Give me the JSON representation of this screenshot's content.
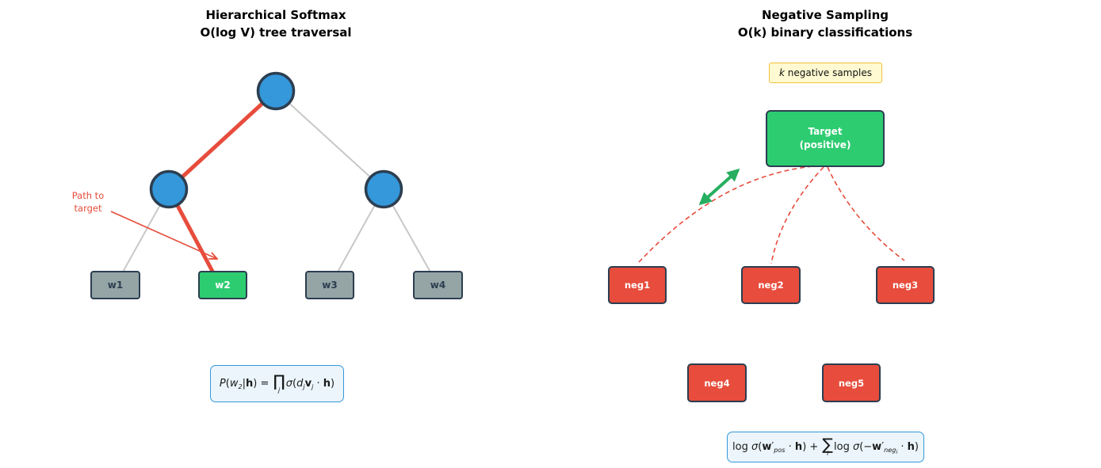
{
  "left_panel": {
    "title_line1": "Hierarchical Softmax",
    "title_line2": "O(log V) tree traversal",
    "path_label_line1": "Path to",
    "path_label_line2": "target",
    "leaves": [
      {
        "label": "w1",
        "highlight": false
      },
      {
        "label": "w2",
        "highlight": true
      },
      {
        "label": "w3",
        "highlight": false
      },
      {
        "label": "w4",
        "highlight": false
      }
    ],
    "formula_parts": [
      {
        "t": "P",
        "s": "it"
      },
      {
        "t": "(",
        "s": "up"
      },
      {
        "t": "w",
        "s": "it"
      },
      {
        "t": "2",
        "s": "sub"
      },
      {
        "t": "|",
        "s": "up"
      },
      {
        "t": "h",
        "s": "b"
      },
      {
        "t": ") = ",
        "s": "up"
      },
      {
        "t": "∏",
        "s": "bigop",
        "u": "j"
      },
      {
        "t": "σ",
        "s": "it"
      },
      {
        "t": "(",
        "s": "up"
      },
      {
        "t": "d",
        "s": "it"
      },
      {
        "t": "j",
        "s": "sub"
      },
      {
        "t": "v",
        "s": "b"
      },
      {
        "t": "j",
        "s": "sub"
      },
      {
        "t": " · ",
        "s": "up"
      },
      {
        "t": "h",
        "s": "b"
      },
      {
        "t": ")",
        "s": "up"
      }
    ]
  },
  "right_panel": {
    "title_line1": "Negative Sampling",
    "title_line2": "O(k) binary classifications",
    "k_samples_italic": "k",
    "k_samples_rest": " negative samples",
    "target_line1": "Target",
    "target_line2": "(positive)",
    "negatives": [
      "neg1",
      "neg2",
      "neg3",
      "neg4",
      "neg5"
    ],
    "formula_parts": [
      {
        "t": "log ",
        "s": "up"
      },
      {
        "t": "σ",
        "s": "it"
      },
      {
        "t": "(",
        "s": "up"
      },
      {
        "t": "w",
        "s": "b"
      },
      {
        "t": "′",
        "s": "up"
      },
      {
        "t": "pos",
        "s": "sub"
      },
      {
        "t": " · ",
        "s": "up"
      },
      {
        "t": "h",
        "s": "b"
      },
      {
        "t": ") + ",
        "s": "up"
      },
      {
        "t": "∑",
        "s": "bigop",
        "u": "i"
      },
      {
        "t": "log ",
        "s": "up"
      },
      {
        "t": "σ",
        "s": "it"
      },
      {
        "t": "(−",
        "s": "up"
      },
      {
        "t": "w",
        "s": "b"
      },
      {
        "t": "′",
        "s": "up"
      },
      {
        "t": "neg",
        "s": "sub"
      },
      {
        "t": "i",
        "s": "subsub"
      },
      {
        "t": " · ",
        "s": "up"
      },
      {
        "t": "h",
        "s": "b"
      },
      {
        "t": ")",
        "s": "up"
      }
    ]
  },
  "colors": {
    "node_blue": "#3498db",
    "outline_navy": "#2c3e50",
    "leaf_gray": "#95a5a6",
    "positive_green": "#2ecc71",
    "negative_red": "#e74c3c",
    "path_red": "#e74c3c",
    "arrow_green": "#27ae60",
    "edge_gray": "#c8c8c8",
    "formula_border_blue": "#3498db",
    "formula_bg": "#ebf5fb",
    "k_box_bg": "#fffad1",
    "k_box_border": "#f0c13a"
  }
}
